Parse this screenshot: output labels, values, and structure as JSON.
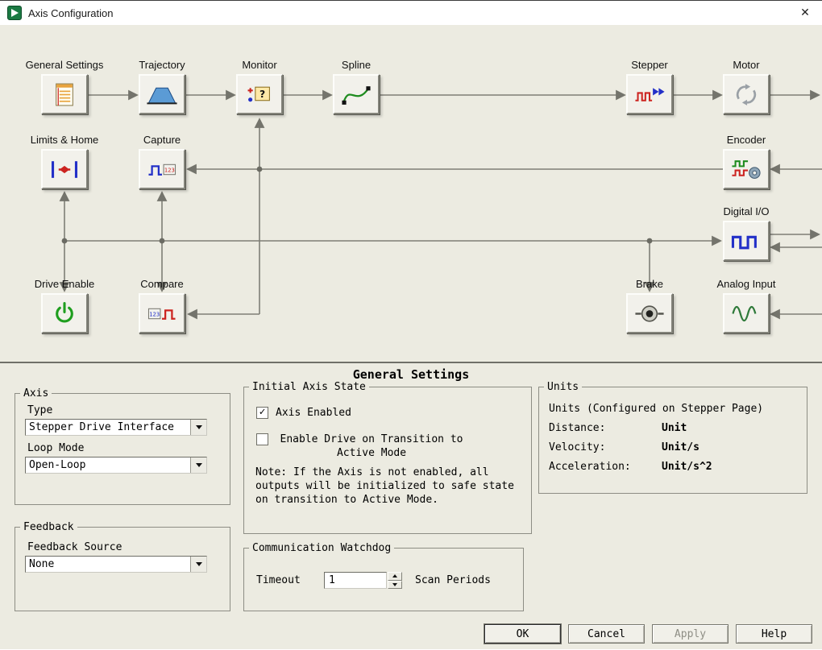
{
  "window": {
    "title": "Axis Configuration"
  },
  "titlebar": {
    "close_glyph": "✕"
  },
  "colors": {
    "background": "#ecebe1",
    "wire": "#7e7e76",
    "button_face": "#f2f1eb",
    "power_green": "#1f9e1f",
    "signal_red": "#cc2420",
    "signal_blue": "#2330c8"
  },
  "diagram": {
    "nodes": [
      {
        "label": "General Settings",
        "icon": "general-settings-icon"
      },
      {
        "label": "Trajectory",
        "icon": "trajectory-icon"
      },
      {
        "label": "Monitor",
        "icon": "monitor-icon"
      },
      {
        "label": "Spline",
        "icon": "spline-icon"
      },
      {
        "label": "Stepper",
        "icon": "stepper-icon"
      },
      {
        "label": "Motor",
        "icon": "motor-icon"
      },
      {
        "label": "Limits & Home",
        "icon": "limits-home-icon"
      },
      {
        "label": "Capture",
        "icon": "capture-icon"
      },
      {
        "label": "Encoder",
        "icon": "encoder-icon"
      },
      {
        "label": "Digital I/O",
        "icon": "digital-io-icon"
      },
      {
        "label": "Drive Enable",
        "icon": "drive-enable-icon"
      },
      {
        "label": "Compare",
        "icon": "compare-icon"
      },
      {
        "label": "Brake",
        "icon": "brake-icon"
      },
      {
        "label": "Analog Input",
        "icon": "analog-input-icon"
      }
    ]
  },
  "panel": {
    "title": "General Settings",
    "axis_group": {
      "label": "Axis",
      "type_label": "Type",
      "type_value": "Stepper Drive Interface",
      "loop_mode_label": "Loop Mode",
      "loop_mode_value": "Open-Loop"
    },
    "feedback_group": {
      "label": "Feedback",
      "source_label": "Feedback Source",
      "source_value": "None"
    },
    "initial_axis_state_group": {
      "label": "Initial Axis State",
      "axis_enabled_label": "Axis Enabled",
      "axis_enabled_checked": true,
      "enable_drive_label": "Enable Drive on Transition to Active Mode",
      "enable_drive_checked": false,
      "note": "Note: If the Axis is not enabled, all outputs will be initialized to safe state on transition to Active Mode."
    },
    "watchdog_group": {
      "label": "Communication Watchdog",
      "timeout_label": "Timeout",
      "timeout_value": "1",
      "unit_label": "Scan Periods"
    },
    "units_group": {
      "label": "Units",
      "heading": "Units (Configured on Stepper Page)",
      "rows": [
        {
          "label": "Distance:",
          "value": "Unit"
        },
        {
          "label": "Velocity:",
          "value": "Unit/s"
        },
        {
          "label": "Acceleration:",
          "value": "Unit/s^2"
        }
      ]
    }
  },
  "buttons": {
    "ok": "OK",
    "cancel": "Cancel",
    "apply": "Apply",
    "help": "Help"
  }
}
